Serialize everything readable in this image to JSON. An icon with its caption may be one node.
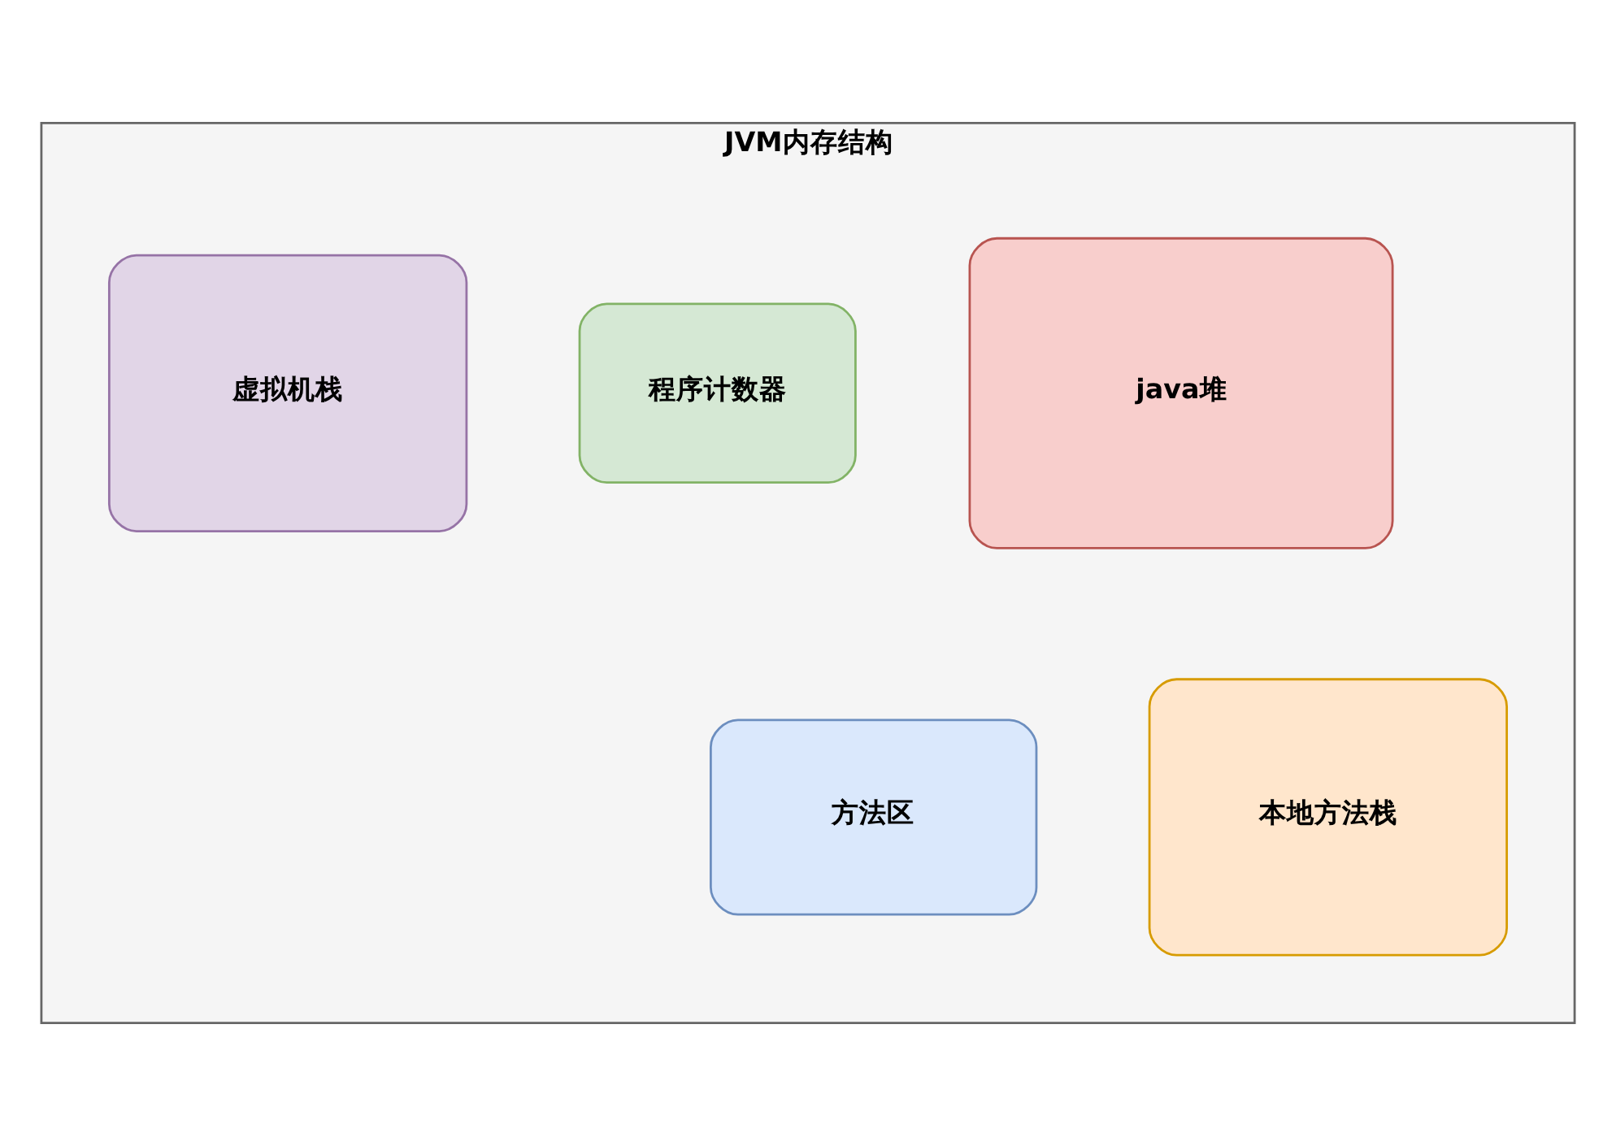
{
  "diagram": {
    "nodes": [
      {
        "text": [
          "JVM内存结构"
        ]
      },
      {
        "text": [
          "java堆"
        ],
        "in": 0
      },
      {
        "text": [
          "程序计数器"
        ],
        "in": 0
      },
      {
        "text": [
          "虚拟机栈"
        ],
        "in": 0
      },
      {
        "text": [
          "方法区"
        ],
        "in": 0
      },
      {
        "text": [
          "本地方法栈"
        ],
        "in": 0
      }
    ],
    "edges": []
  }
}
